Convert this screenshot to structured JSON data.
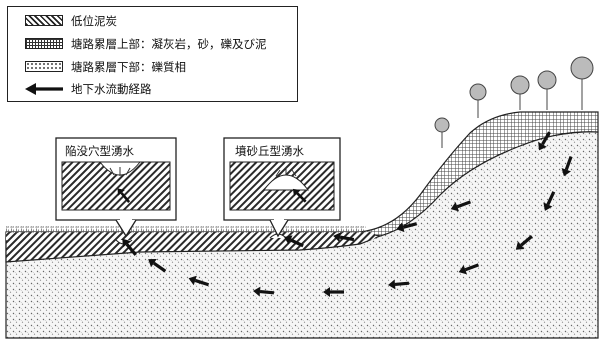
{
  "legend": {
    "items": [
      {
        "label": "低位泥炭",
        "swatch": "diagonal-hatch"
      },
      {
        "label": "塘路累層上部：凝灰岩，砂，礫及び泥",
        "swatch": "grid"
      },
      {
        "label": "塘路累層下部：礫質相",
        "swatch": "dots"
      },
      {
        "label": "地下水流動経路",
        "swatch": "arrow"
      }
    ]
  },
  "callouts": [
    {
      "label": "陥没穴型湧水"
    },
    {
      "label": "墳砂丘型湧水"
    }
  ],
  "colors": {
    "line": "#222222",
    "background": "#ffffff"
  }
}
